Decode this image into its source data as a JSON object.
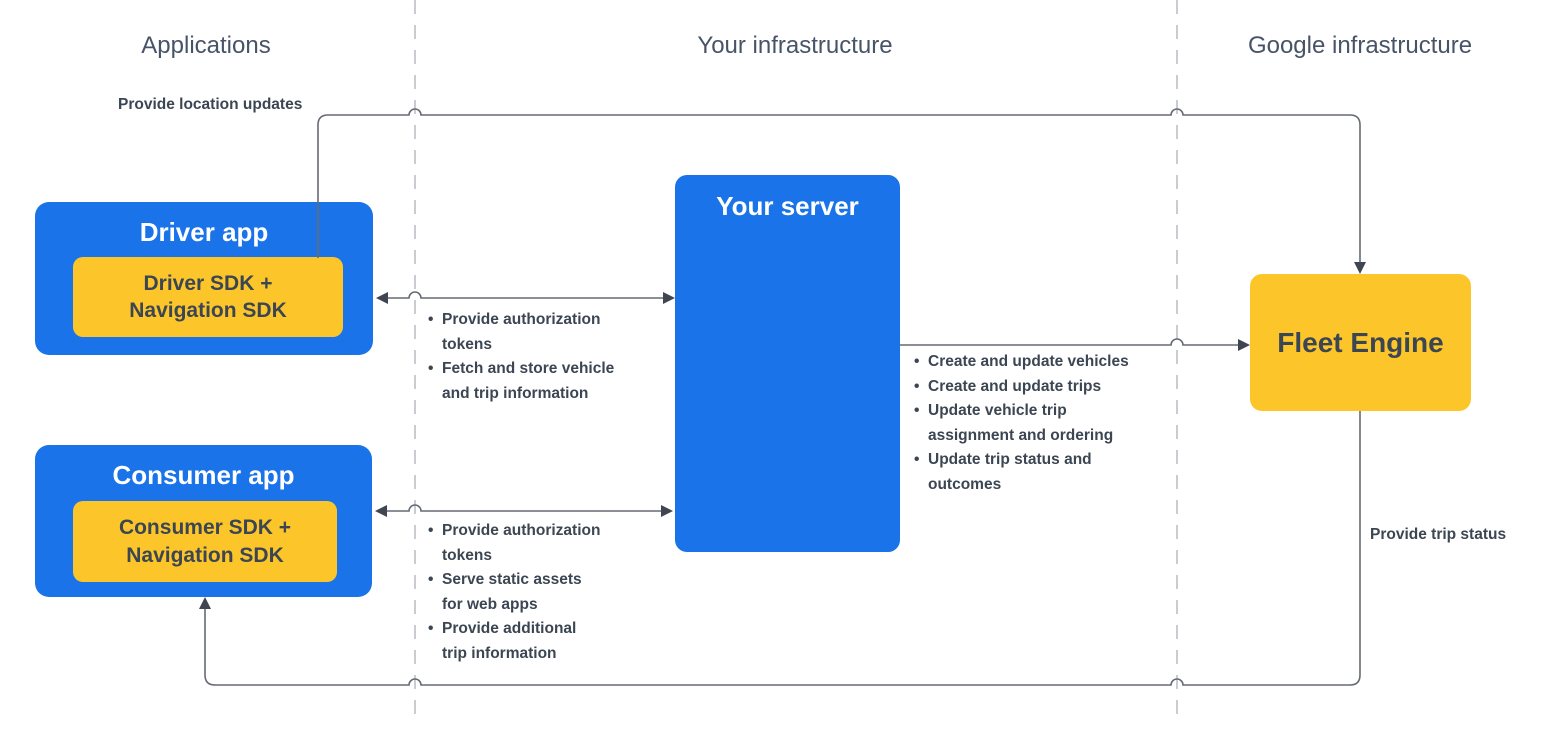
{
  "columns": {
    "applications": "Applications",
    "your_infrastructure": "Your infrastructure",
    "google_infrastructure": "Google infrastructure"
  },
  "nodes": {
    "driver_app": {
      "title": "Driver app",
      "sdk": "Driver SDK +\nNavigation SDK"
    },
    "consumer_app": {
      "title": "Consumer app",
      "sdk": "Consumer SDK +\nNavigation SDK"
    },
    "your_server": {
      "title": "Your server"
    },
    "fleet_engine": {
      "title": "Fleet Engine"
    }
  },
  "edge_labels": {
    "provide_location_updates": "Provide location updates",
    "provide_trip_status": "Provide trip status"
  },
  "lists": {
    "driver_to_server": {
      "items": [
        "Provide authorization\ntokens",
        "Fetch and store vehicle\nand trip information"
      ]
    },
    "consumer_to_server": {
      "items": [
        "Provide authorization\ntokens",
        "Serve static assets\nfor web apps",
        "Provide additional\ntrip information"
      ]
    },
    "server_to_fleet": {
      "items": [
        "Create and update vehicles",
        "Create and update trips",
        "Update vehicle trip\nassignment and ordering",
        "Update trip status and\noutcomes"
      ]
    }
  },
  "colors": {
    "node_blue": "#1a73e8",
    "node_yellow": "#fcc62b",
    "text_dark": "#3c4653",
    "header_text": "#475468",
    "edge_line": "#666b73",
    "arrowhead": "#3f4551",
    "divider": "#c9cdd2",
    "title_on_blue": "#ffffff"
  }
}
